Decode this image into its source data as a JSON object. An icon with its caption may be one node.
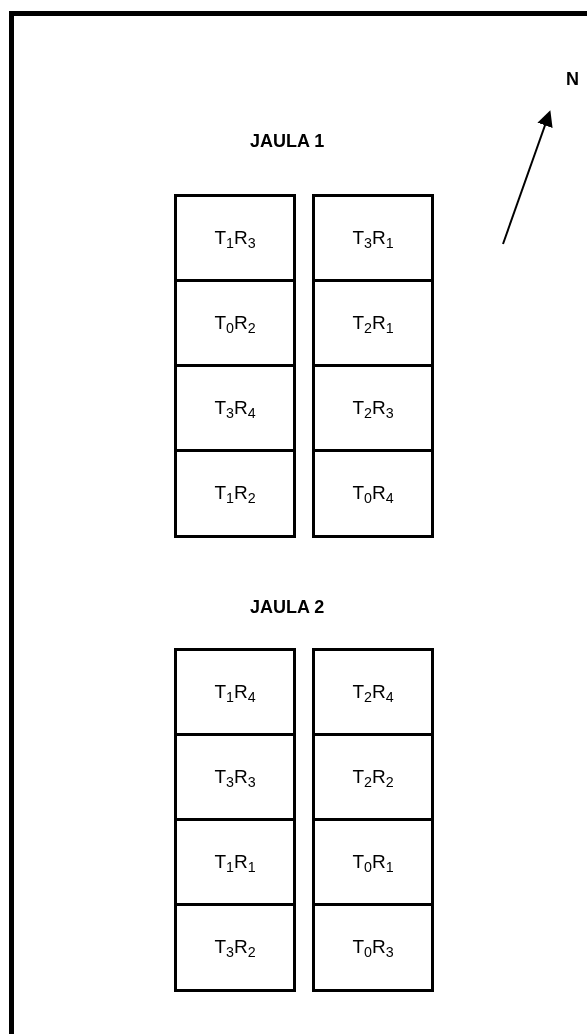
{
  "diagram": {
    "nodes": [
      {
        "text": [
          "T$_{1}$R$_{3}$"
        ]
      },
      {
        "text": [
          "T$_{3}$R$_{1}$"
        ]
      },
      {
        "text": [
          "T$_{0}$R$_{2}$"
        ]
      },
      {
        "text": [
          "T$_{2}$R$_{1}$"
        ]
      },
      {
        "text": [
          "T$_{3}$R$_{4}$"
        ]
      },
      {
        "text": [
          "T$_{2}$R$_{3}$"
        ]
      },
      {
        "text": [
          "T$_{1}$R$_{2}$"
        ]
      },
      {
        "text": [
          "T$_{0}$R$_{4}$"
        ]
      },
      {
        "text": [
          "T$_{1}$R$_{4}$"
        ]
      },
      {
        "text": [
          "T$_{2}$R$_{4}$"
        ]
      },
      {
        "text": [
          "T$_{3}$R$_{3}$"
        ]
      },
      {
        "text": [
          "T$_{2}$R$_{2}$"
        ]
      },
      {
        "text": [
          "T$_{1}$R$_{1}$"
        ]
      },
      {
        "text": [
          "T$_{0}$R$_{1}$"
        ]
      },
      {
        "text": [
          "T$_{3}$R$_{2}$"
        ]
      },
      {
        "text": [
          "T$_{0}$R$_{3}$"
        ]
      }
    ],
    "labels": [
      "N",
      "JAULA 1",
      "JAULA 2"
    ]
  }
}
